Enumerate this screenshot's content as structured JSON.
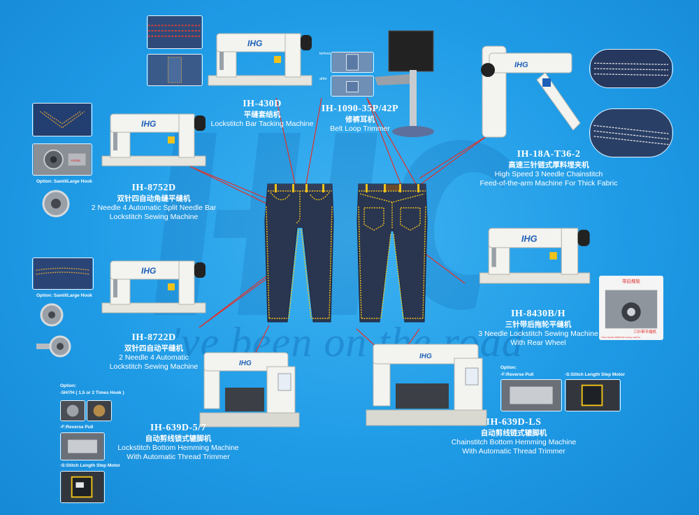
{
  "brand": {
    "logo_text": "IHG",
    "watermark_slogan": "'ve been on the road"
  },
  "colors": {
    "background": "#1f9be6",
    "denim": "#2a3550",
    "stitch": "#f0c21a",
    "line": "#e0322a",
    "machine": "#f3f3ef"
  },
  "machines": [
    {
      "key": "430d",
      "model": "IH-430D",
      "cn": "平缝套结机",
      "en": [
        "Lockstitch Bar Tacking Machine"
      ]
    },
    {
      "key": "1090",
      "model": "IH-1090-35P/42P",
      "cn": "修裤耳机",
      "en": [
        "Belt Loop Trimmer"
      ]
    },
    {
      "key": "18a",
      "model": "IH-18A-T36-2",
      "cn": "高速三针链式厚料埋夹机",
      "en": [
        "High Speed 3 Needle Chainstitch",
        "Feed-of-the-arm Machine For Thick Fabric"
      ]
    },
    {
      "key": "8752d",
      "model": "IH-8752D",
      "cn": "双针四自动角缝平缝机",
      "en": [
        "2 Needle 4 Automatic Split Needle Bar",
        "Lockstitch Sewing Machine"
      ]
    },
    {
      "key": "8430",
      "model": "IH-8430B/H",
      "cn": "三针带后拖轮平缝机",
      "en": [
        "3 Needle Lockstitch Sewing Machine",
        "With Rear Wheel"
      ]
    },
    {
      "key": "8722d",
      "model": "IH-8722D",
      "cn": "双针四自动平缝机",
      "en": [
        "2 Needle 4 Automatic",
        "Lockstitch Sewing Machine"
      ]
    },
    {
      "key": "639d57",
      "model": "IH-639D-5/7",
      "cn": "自动剪线锁式辘脚机",
      "en": [
        "Lockstitch Bottom Hemming Machine",
        "With Automatic Thread Trimmer"
      ]
    },
    {
      "key": "639dls",
      "model": "IH-639D-LS",
      "cn": "自动剪线链式辘脚机",
      "en": [
        "Chainstitch Bottom Hemming Machine",
        "With Automatic Thread Trimmer"
      ]
    }
  ],
  "options": {
    "hook_8752d": "Option: Samll/Large Hook",
    "hook_8722d": "Option: Samll/Large Hook",
    "left_title": "Option:",
    "left_5h7h": "-5H/7H ( 1.5 or 2 Times Hook )",
    "left_f": "-F:Reverse Pull",
    "left_s": "-S:Stitch Length Step Motor",
    "right_title": "Option:",
    "right_f": "-F:Reverse Pull",
    "right_s": "-S:Stitch Length Step Motor"
  },
  "thumb_text": {
    "before": "before",
    "after": "after",
    "rear_wheel_cn": "带后拖轮",
    "rear_wheel_en": "Three Needle ADDROOF sewing machine",
    "three_needle_cn": "三针带平缝机"
  }
}
